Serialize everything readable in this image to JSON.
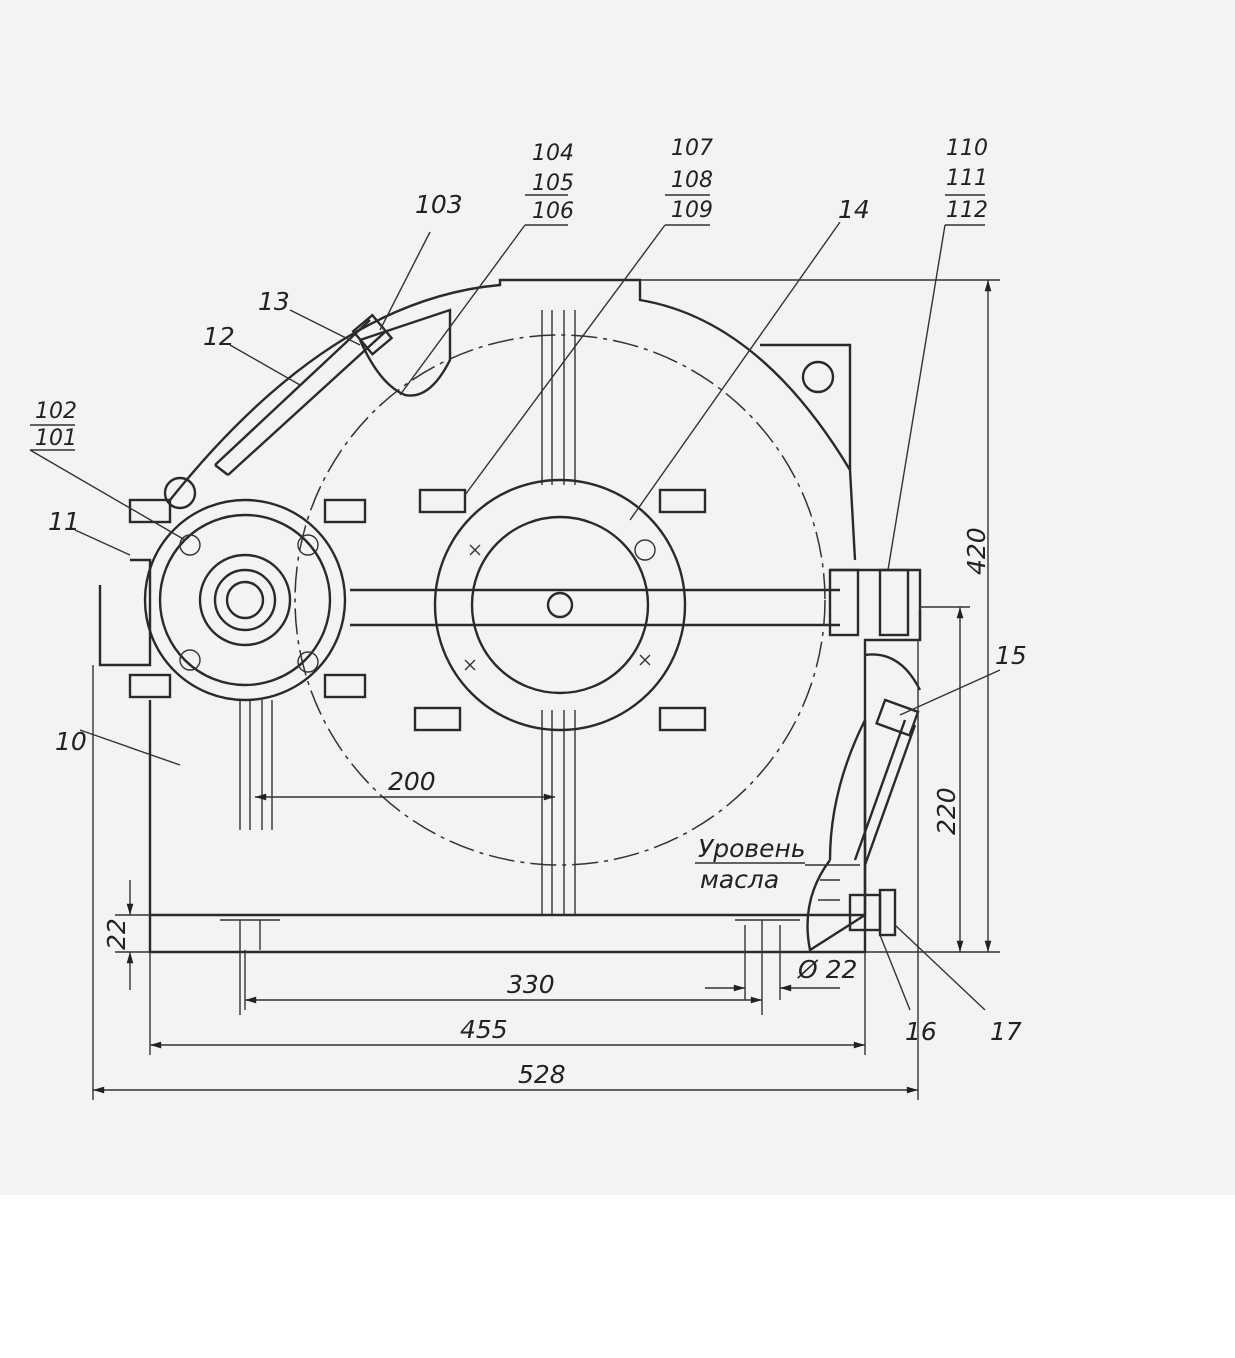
{
  "drawing": {
    "title": "Gear reducer assembly drawing",
    "callouts": {
      "c10": "10",
      "c11": "11",
      "c12": "12",
      "c13": "13",
      "c14": "14",
      "c15": "15",
      "c16": "16",
      "c17": "17",
      "c101": "101",
      "c102": "102",
      "c103": "103",
      "c104": "104",
      "c105": "105",
      "c106": "106",
      "c107": "107",
      "c108": "108",
      "c109": "109",
      "c110": "110",
      "c111": "111",
      "c112": "112"
    },
    "dimensions": {
      "d200": "200",
      "d420": "420",
      "d220": "220",
      "d22": "22",
      "d330": "330",
      "d455": "455",
      "d528": "528",
      "dhole": "Ø 22"
    },
    "notes": {
      "oil_line1": "Уровень",
      "oil_line2": "масла"
    },
    "colors": {
      "ink": "#2a2a2a",
      "paper": "#f3f3f1"
    }
  }
}
